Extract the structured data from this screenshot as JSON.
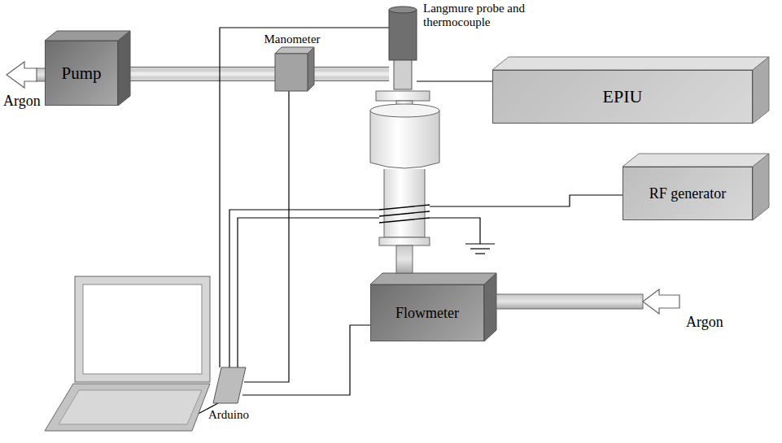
{
  "diagram": {
    "nodes": [
      {
        "text": [
          "Langmure probe and thermocouple"
        ]
      },
      {
        "text": [
          "Pump"
        ]
      },
      {
        "text": [
          "Manometer"
        ]
      },
      {
        "text": [
          "EPIU"
        ]
      },
      {
        "text": [
          "RF generator"
        ]
      },
      {
        "text": [
          "Flowmeter"
        ]
      },
      {
        "text": [
          "Arduino"
        ]
      }
    ],
    "edges": [
      {
        "from": 1,
        "to": 2,
        "arrow": "none"
      },
      {
        "from": 2,
        "to": 0,
        "arrow": "none"
      },
      {
        "from": 0,
        "to": 3,
        "arrow": "none"
      },
      {
        "from": 6,
        "to": 0,
        "arrow": "none"
      },
      {
        "from": 6,
        "to": 2,
        "arrow": "none"
      },
      {
        "from": 6,
        "to": 5,
        "arrow": "none"
      }
    ],
    "labels": [
      "Argon",
      "Argon"
    ]
  }
}
